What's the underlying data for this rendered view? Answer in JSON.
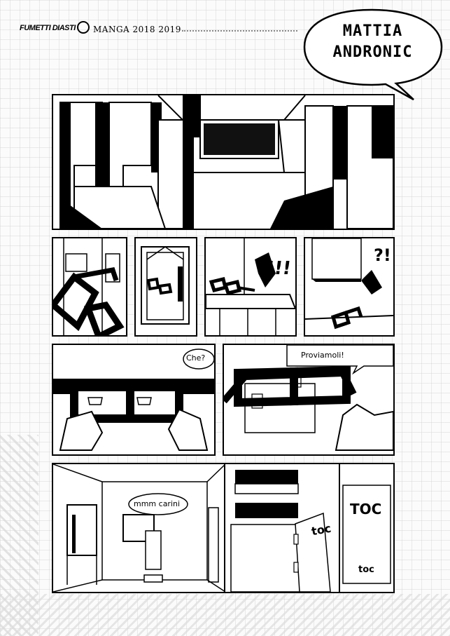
{
  "header": {
    "logo_text": "FUMETTI DIASTI",
    "series_title": "MANGA 2018 2019",
    "author_line1": "MATTIA",
    "author_line2": "ANDRONIC"
  },
  "panels": {
    "panel3_sfx": "!!!",
    "panel4_sfx": "?!",
    "panel6_speech": "Che?",
    "panel7_speech": "Proviamoli!",
    "panel8_speech": "mmm carini",
    "panel10_sfx": "toc",
    "panel11_sfx_large": "TOC",
    "panel11_sfx_small": "toc"
  }
}
